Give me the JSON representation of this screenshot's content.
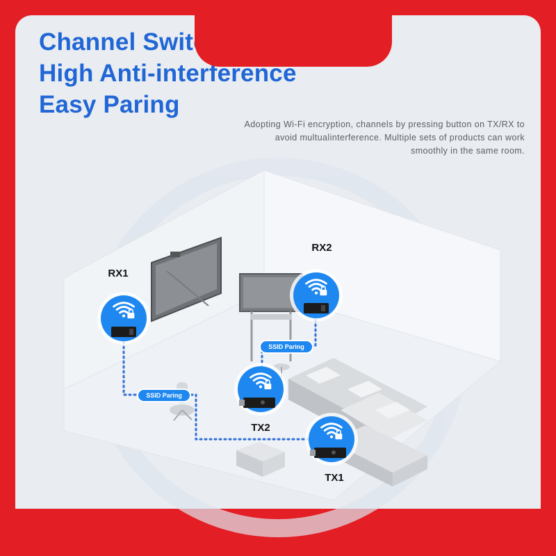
{
  "headline": {
    "line1": "Channel Switchable",
    "line2": "High Anti-interference",
    "line3": "Easy Paring"
  },
  "description": "Adopting Wi-Fi encryption, channels by pressing button on TX/RX to avoid multualinterference. Multiple sets of products can work smoothly in the same room.",
  "devices": {
    "rx1": "RX1",
    "rx2": "RX2",
    "tx1": "TX1",
    "tx2": "TX2"
  },
  "pairing": {
    "left": "SSID Paring",
    "right": "SSID Paring"
  },
  "colors": {
    "frame": "#e31e24",
    "accent": "#2066d6",
    "badge": "#1e88f0",
    "panel": "#e9ecf0"
  },
  "icons": [
    "wifi-lock-icon",
    "dongle-icon"
  ]
}
